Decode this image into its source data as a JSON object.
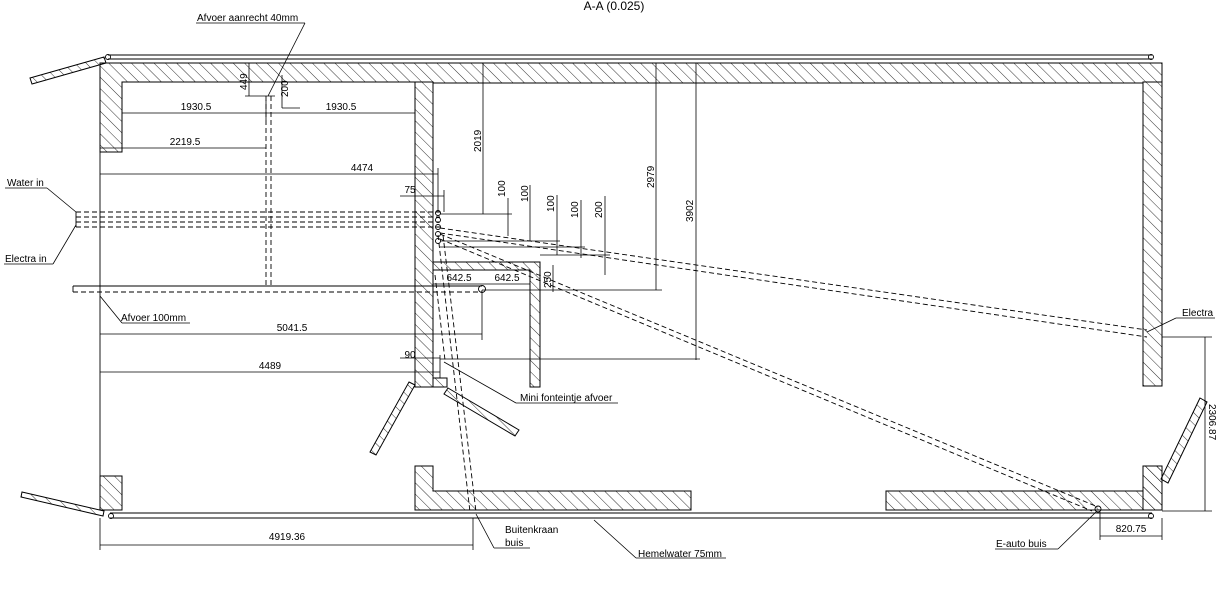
{
  "title": "A-A (0.025)",
  "labels": {
    "afvoer_aanrecht": "Afvoer aanrecht 40mm",
    "water_in": "Water in",
    "electra_in": "Electra in",
    "afvoer_100": "Afvoer 100mm",
    "mini_fonteintje": "Mini fonteintje afvoer",
    "electra": "Electra",
    "buitenkraan_1": "Buitenkraan",
    "buitenkraan_2": "buis",
    "hemelwater": "Hemelwater 75mm",
    "e_auto": "E-auto buis"
  },
  "dimensions": {
    "d449": "449",
    "d200_top": "200",
    "d1930_left": "1930.5",
    "d1930_right": "1930.5",
    "d2219": "2219.5",
    "d4474": "4474",
    "d75": "75",
    "d2019": "2019",
    "d100_a": "100",
    "d100_b": "100",
    "d100_c": "100",
    "d100_d": "100",
    "d200_b": "200",
    "d2979": "2979",
    "d3902": "3902",
    "d642_left": "642.5",
    "d642_right": "642.5",
    "d250": "250",
    "d5041": "5041.5",
    "d90": "90",
    "d4489": "4489",
    "d4919": "4919.36",
    "d820": "820.75",
    "d2306": "2306.87"
  }
}
